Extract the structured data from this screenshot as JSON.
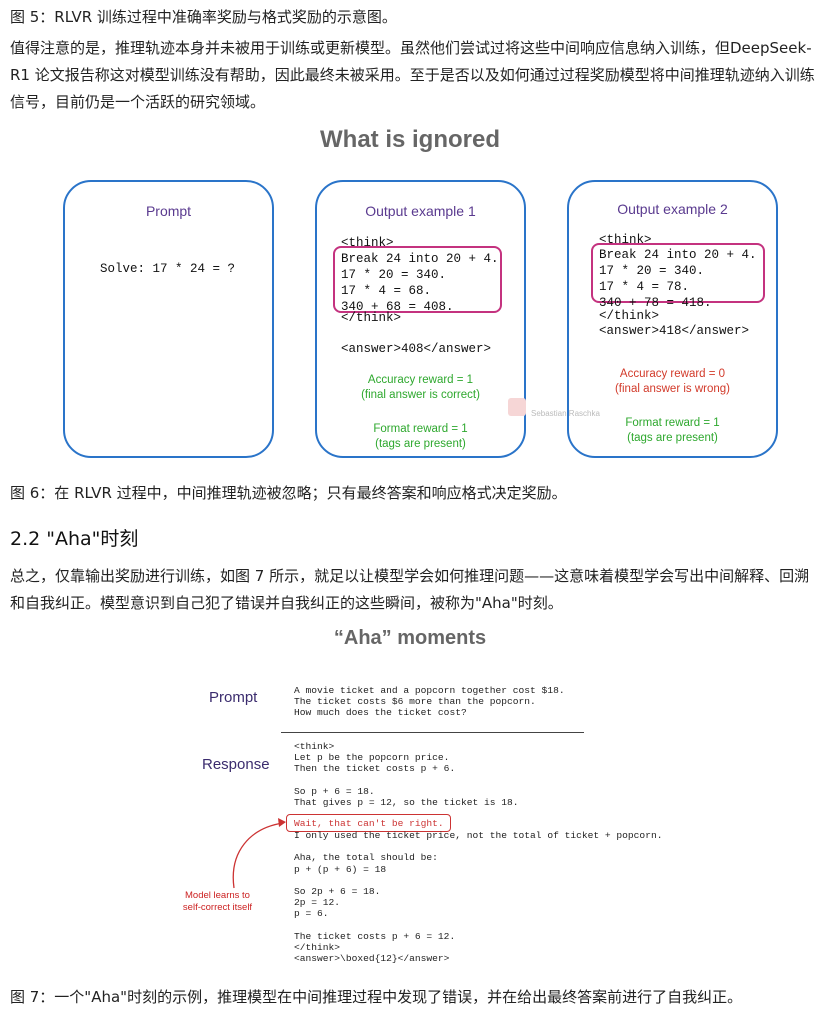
{
  "caption_fig5": "图 5：RLVR 训练过程中准确率奖励与格式奖励的示意图。",
  "paragraph1": "值得注意的是，推理轨迹本身并未被用于训练或更新模型。虽然他们尝试过将这些中间响应信息纳入训练，但DeepSeek-R1 论文报告称这对模型训练没有帮助，因此最终未被采用。至于是否以及如何通过过程奖励模型将中间推理轨迹纳入训练信号，目前仍是一个活跃的研究领域。",
  "figure6": {
    "title": "What is ignored",
    "prompt_box": {
      "title": "Prompt",
      "text": "Solve: 17 * 24 = ?"
    },
    "output1": {
      "title": "Output example 1",
      "think_open": "<think>",
      "reasoning": "Break 24 into 20 + 4.\n17 * 20 = 340.\n17 * 4 = 68.\n340 + 68 = 408.",
      "think_close": "</think>",
      "answer": "<answer>408</answer>",
      "accuracy": "Accuracy reward = 1\n(final answer is correct)",
      "format": "Format reward = 1\n(tags are present)"
    },
    "output2": {
      "title": "Output example 2",
      "think_open": "<think>",
      "reasoning": "Break 24 into 20 + 4.\n17 * 20 = 340.\n17 * 4 = 78.\n340 + 78 = 418.",
      "think_close": "</think>",
      "answer": "<answer>418</answer>",
      "accuracy": "Accuracy reward = 0\n(final answer is wrong)",
      "format": "Format reward = 1\n(tags are present)"
    },
    "watermark": "Sebastian Raschka"
  },
  "caption_fig6": "图 6：在 RLVR 过程中，中间推理轨迹被忽略；只有最终答案和响应格式决定奖励。",
  "section_heading": "2.2 \"Aha\"时刻",
  "paragraph2": "总之，仅靠输出奖励进行训练，如图 7 所示，就足以让模型学会如何推理问题——这意味着模型学会写出中间解释、回溯和自我纠正。模型意识到自己犯了错误并自我纠正的这些瞬间，被称为\"Aha\"时刻。",
  "figure7": {
    "title": "“Aha” moments",
    "prompt_label": "Prompt",
    "prompt_text": "A movie ticket and a popcorn together cost $18.\nThe ticket costs $6 more than the popcorn.\nHow much does the ticket cost?",
    "response_label": "Response",
    "response_part1": "<think>\nLet p be the popcorn price.\nThen the ticket costs p + 6.\n\nSo p + 6 = 18.\nThat gives p = 12, so the ticket is 18.",
    "aha_line": "Wait, that can't be right.",
    "response_part2": "I only used the ticket price, not the total of ticket + popcorn.\n\nAha, the total should be:\np + (p + 6) = 18\n\nSo 2p + 6 = 18.\n2p = 12.\np = 6.\n\nThe ticket costs p + 6 = 12.\n</think>\n<answer>\\boxed{12}</answer>",
    "annotation": "Model learns to\nself-correct itself"
  },
  "caption_fig7": "图 7：一个\"Aha\"时刻的示例，推理模型在中间推理过程中发现了错误，并在给出最终答案前进行了自我纠正。",
  "colors": {
    "box_border": "#2a74c9",
    "highlight": "#c4327f",
    "reward_good": "#2ea82e",
    "reward_bad": "#d23a2a"
  }
}
